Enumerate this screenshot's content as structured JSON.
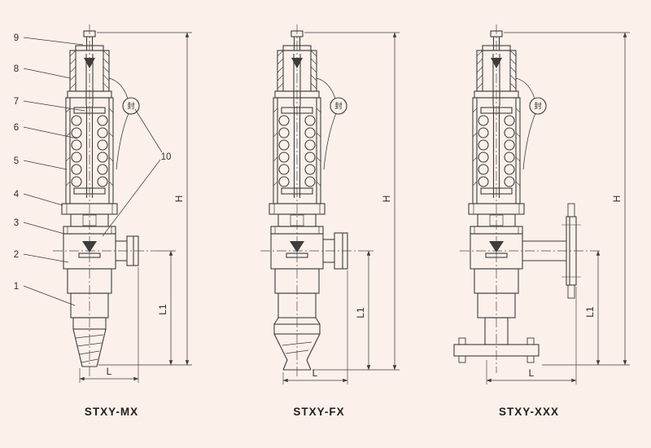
{
  "page": {
    "background_color": "#fbf0ea",
    "line_color": "#3d3d3d"
  },
  "figures": [
    {
      "caption": "STXY-MX",
      "seal_tag": "封",
      "dim_height": "H",
      "dim_l1": "L1",
      "dim_l": "L"
    },
    {
      "caption": "STXY-FX",
      "seal_tag": "封",
      "dim_height": "H",
      "dim_l1": "L1",
      "dim_l": "L"
    },
    {
      "caption": "STXY-XXX",
      "seal_tag": "封",
      "dim_height": "H",
      "dim_l1": "L1",
      "dim_l": "L"
    }
  ],
  "callouts": {
    "left": [
      "9",
      "8",
      "7",
      "6",
      "5",
      "4",
      "3",
      "2",
      "1"
    ],
    "right": [
      "10"
    ]
  }
}
